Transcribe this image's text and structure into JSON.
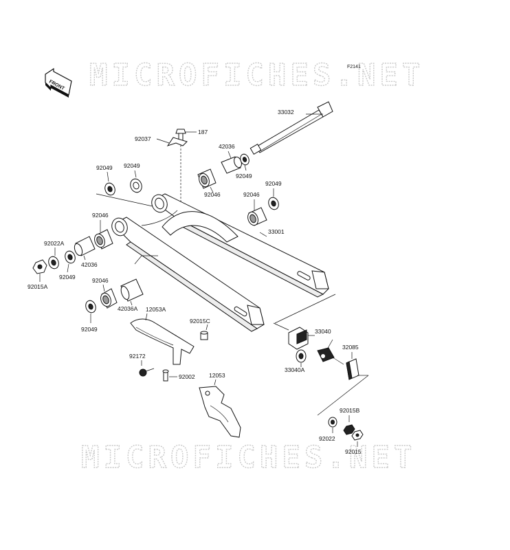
{
  "diagram": {
    "code": "F2141",
    "front_label": "FRONT",
    "watermark_top": "MICROFICHES.NET",
    "watermark_bottom": "MICROFICHES.NET",
    "labels": {
      "l33032": "33032",
      "l187": "187",
      "l92037": "92037",
      "l42036_top": "42036",
      "l92049_a": "92049",
      "l92049_b": "92049",
      "l92049_c": "92049",
      "l92049_d": "92049",
      "l92046_a": "92046",
      "l92046_b": "92046",
      "l33001": "33001",
      "l92046_c": "92046",
      "l92022A": "92022A",
      "l42036_left": "42036",
      "l92049_e": "92049",
      "l92015A": "92015A",
      "l92046_d": "92046",
      "l42036A": "42036A",
      "l92049_f": "92049",
      "l12053A": "12053A",
      "l92015C": "92015C",
      "l92172": "92172",
      "l92002": "92002",
      "l12053": "12053",
      "l33040": "33040",
      "l33040A": "33040A",
      "l32085": "32085",
      "l92015B": "92015B",
      "l92022": "92022",
      "l92015": "92015"
    }
  }
}
